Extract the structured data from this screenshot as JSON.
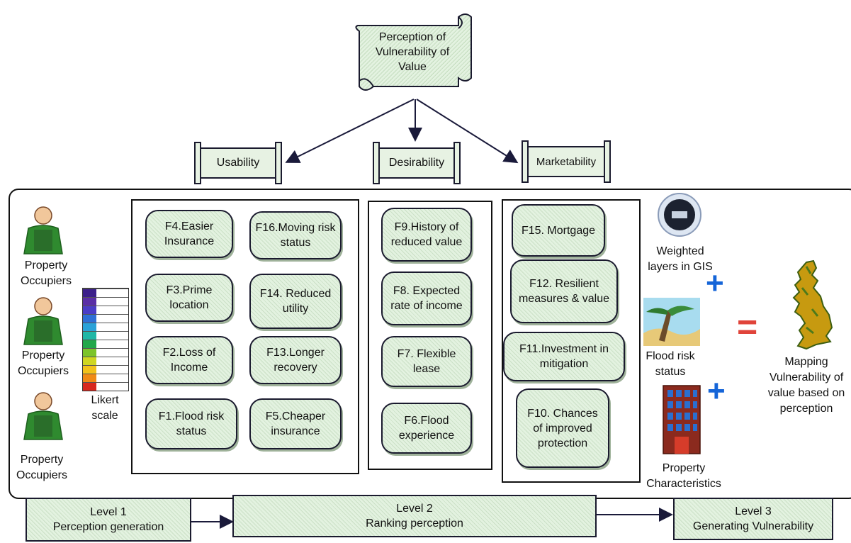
{
  "title": "Perception of Vulnerability of Value",
  "categories": {
    "usability": "Usability",
    "desirability": "Desirability",
    "marketability": "Marketability"
  },
  "occupier_label": "Property Occupiers",
  "likert_label": "Likert scale",
  "likert_colors": [
    "#3b1f8a",
    "#5a2ea6",
    "#4b3cc7",
    "#2f6fd6",
    "#2aa2d8",
    "#1fb7a6",
    "#22a84a",
    "#7cc42a",
    "#cfd621",
    "#f2c21b",
    "#f08a16",
    "#d7281f"
  ],
  "usability_factors": [
    "F4.Easier Insurance",
    "F16.Moving risk status",
    "F3.Prime location",
    "F14. Reduced utility",
    "F2.Loss of Income",
    "F13.Longer recovery",
    "F1.Flood risk status",
    "F5.Cheaper insurance"
  ],
  "desirability_factors": [
    "F9.History of reduced value",
    "F8. Expected rate of income",
    "F7. Flexible lease",
    "F6.Flood experience"
  ],
  "marketability_factors": [
    "F15. Mortgage",
    "F12. Resilient measures & value",
    "F11.Investment in mitigation",
    "F10. Chances of improved protection"
  ],
  "inputs": {
    "weighted": "Weighted layers in GIS",
    "flood": "Flood risk status",
    "property": "Property Characteristics"
  },
  "operators": {
    "plus": "+",
    "equals": "="
  },
  "output_label": "Mapping Vulnerability of value based on perception",
  "levels": [
    {
      "name": "Level 1",
      "desc": "Perception generation"
    },
    {
      "name": "Level 2",
      "desc": "Ranking perception"
    },
    {
      "name": "Level 3",
      "desc": "Generating Vulnerability"
    }
  ],
  "colors": {
    "box_fill": "#e3f2e0",
    "outline": "#1a1a2e",
    "plus": "#1565d8",
    "equals": "#e0443a",
    "map": "#c79a10"
  }
}
